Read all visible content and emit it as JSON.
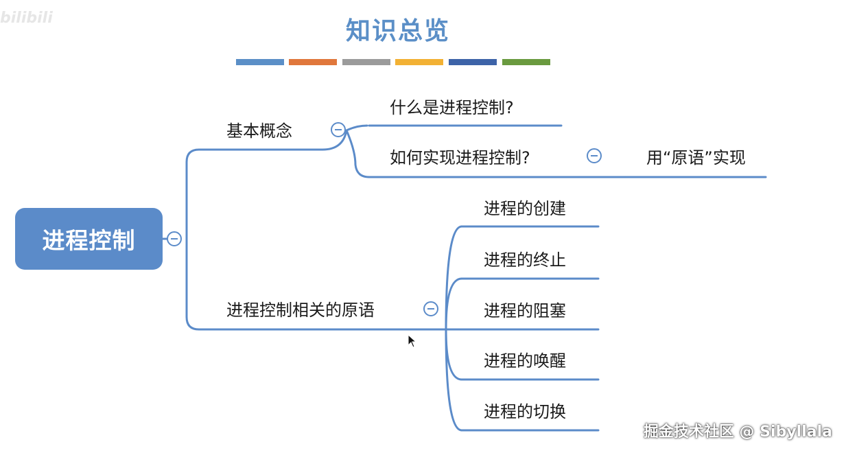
{
  "title": "知识总览",
  "corner_logo": "bilibili",
  "color_bars": [
    "#5b8fc7",
    "#e0773c",
    "#9b9b9b",
    "#f2b134",
    "#3d63a8",
    "#6a9a3f"
  ],
  "root": {
    "label": "进程控制"
  },
  "branches": {
    "basic": {
      "label": "基本概念",
      "children": {
        "what": "什么是进程控制?",
        "how": "如何实现进程控制?",
        "how_child": "用“原语”实现"
      }
    },
    "primitives": {
      "label": "进程控制相关的原语",
      "children": [
        "进程的创建",
        "进程的终止",
        "进程的阻塞",
        "进程的唤醒",
        "进程的切换"
      ]
    }
  },
  "watermark": "掘金技术社区 @ Sibyllala",
  "line_color": "#5b8bc9"
}
